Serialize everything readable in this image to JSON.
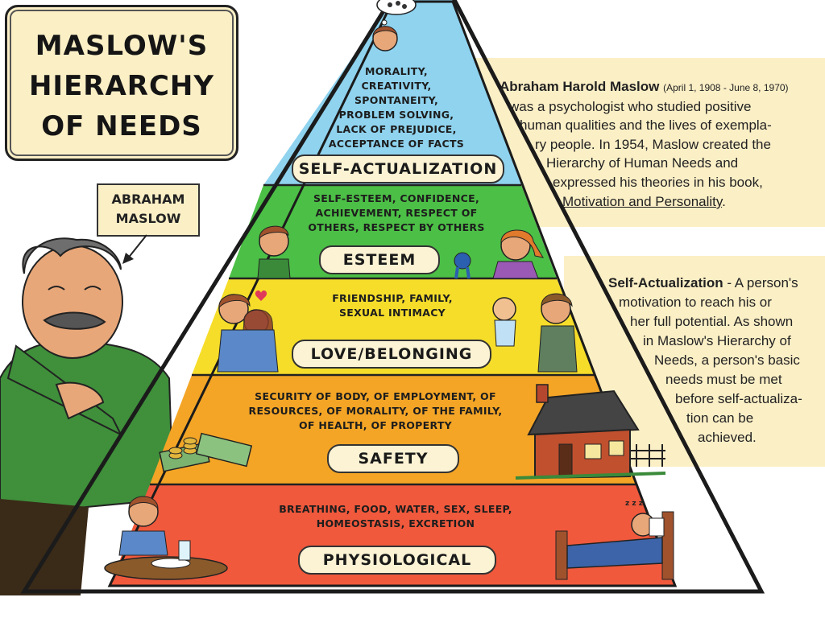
{
  "title": {
    "line1": "MASLOW'S",
    "line2": "HIERARCHY",
    "line3": "OF NEEDS"
  },
  "maslow_label": {
    "line1": "ABRAHAM",
    "line2": "MASLOW"
  },
  "tiers": [
    {
      "name": "SELF-ACTUALIZATION",
      "color": "#8fd3ef",
      "lines": [
        "MORALITY,",
        "CREATIVITY,",
        "SPONTANEITY,",
        "PROBLEM SOLVING,",
        "LACK OF PREJUDICE,",
        "ACCEPTANCE OF FACTS"
      ]
    },
    {
      "name": "ESTEEM",
      "color": "#4cbf46",
      "lines": [
        "SELF-ESTEEM, CONFIDENCE,",
        "ACHIEVEMENT, RESPECT OF",
        "OTHERS, RESPECT BY OTHERS"
      ]
    },
    {
      "name": "LOVE/BELONGING",
      "color": "#f6dd2a",
      "lines": [
        "FRIENDSHIP, FAMILY,",
        "SEXUAL INTIMACY"
      ]
    },
    {
      "name": "SAFETY",
      "color": "#f4a526",
      "lines": [
        "SECURITY OF BODY, OF EMPLOYMENT, OF",
        "RESOURCES, OF MORALITY, OF THE FAMILY,",
        "OF HEALTH, OF PROPERTY"
      ]
    },
    {
      "name": "PHYSIOLOGICAL",
      "color": "#f0593c",
      "lines": [
        "BREATHING, FOOD, WATER, SEX, SLEEP,",
        "HOMEOSTASIS, EXCRETION"
      ]
    }
  ],
  "bio": {
    "name": "Abraham Harold Maslow",
    "dates": "(April 1, 1908 - June 8, 1970)",
    "lines": [
      "was a psychologist who studied positive",
      "human qualities and the lives of exempla-",
      "ry people. In 1954, Maslow created the",
      "Hierarchy of Human Needs and",
      "expressed his theories in his book,"
    ],
    "book": "Motivation and Personality",
    "book_end": "."
  },
  "definition": {
    "term": "Self-Actualization",
    "lines": [
      " - A person's",
      "motivation to reach his or",
      "her full potential. As shown",
      "in Maslow's Hierarchy of",
      "Needs, a person's basic",
      "needs must be met",
      "before self-actualiza-",
      "tion can be",
      "achieved."
    ]
  },
  "colors": {
    "panel": "#fbefc6",
    "outline": "#222222"
  }
}
